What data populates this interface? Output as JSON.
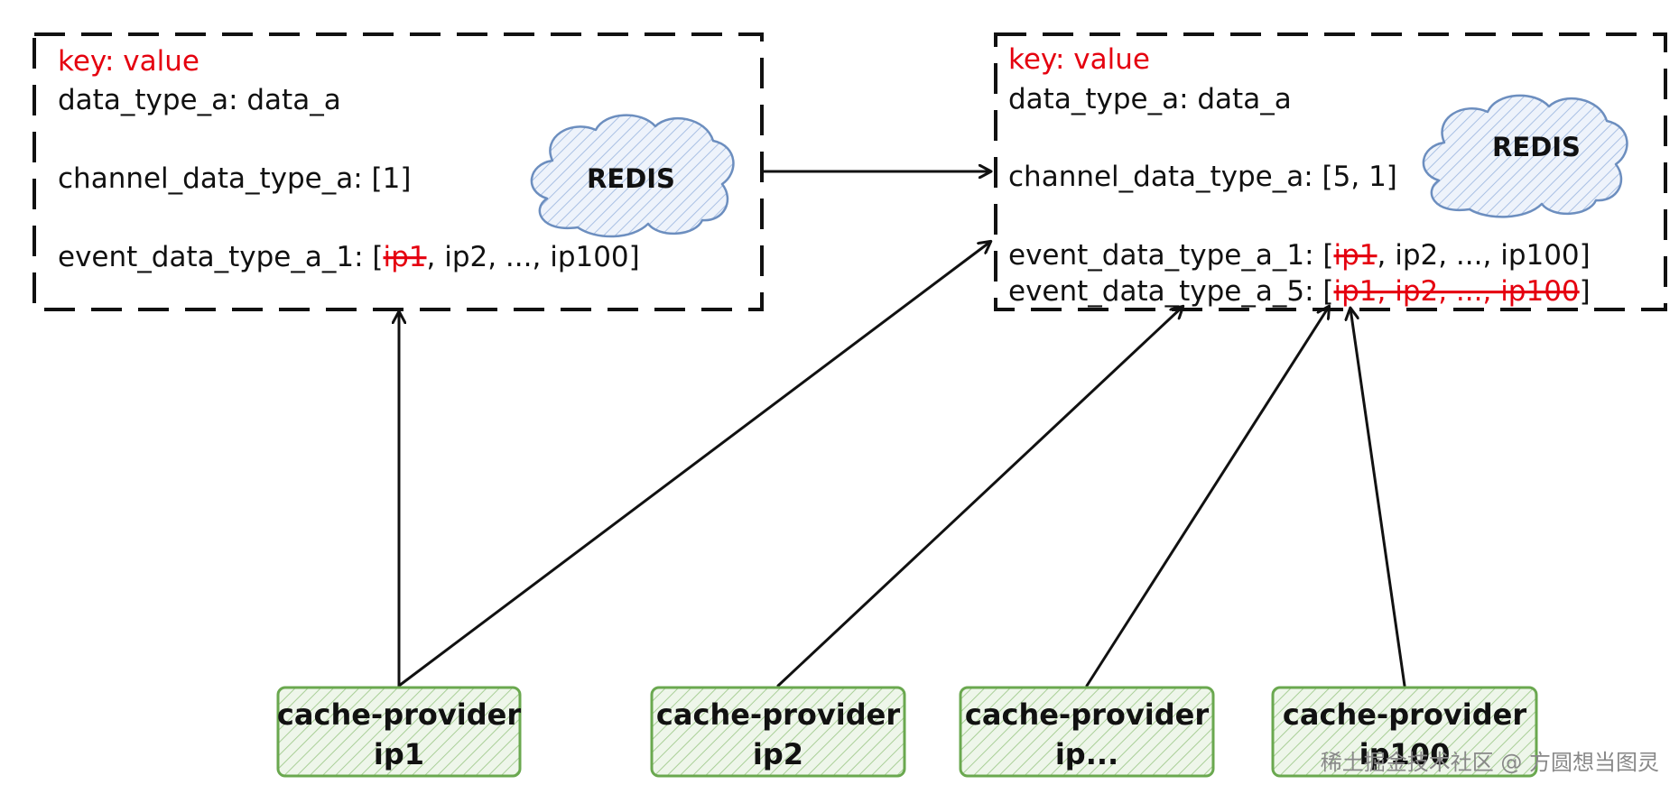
{
  "left_box": {
    "header": "key: value",
    "line1": "data_type_a: data_a",
    "line2": "channel_data_type_a: [1]",
    "line3_prefix": "event_data_type_a_1: [",
    "line3_struck": "ip1",
    "line3_suffix": ", ip2, ..., ip100]",
    "cloud_label": "REDIS"
  },
  "right_box": {
    "header": "key: value",
    "line1": "data_type_a: data_a",
    "line2": "channel_data_type_a: [5, 1]",
    "line3_prefix": "event_data_type_a_1: [",
    "line3_struck": "ip1",
    "line3_suffix": ", ip2, ..., ip100]",
    "line4_prefix": "event_data_type_a_5: [",
    "line4_struck": "ip1, ip2, ..., ip100",
    "line4_suffix": "]",
    "cloud_label": "REDIS"
  },
  "providers": [
    {
      "title": "cache-provider",
      "ip": "ip1"
    },
    {
      "title": "cache-provider",
      "ip": "ip2"
    },
    {
      "title": "cache-provider",
      "ip": "ip..."
    },
    {
      "title": "cache-provider",
      "ip": "ip100"
    }
  ],
  "watermark": "稀土掘金技术社区 @ 方圆想当图灵",
  "colors": {
    "red": "#e5000f",
    "provider_stroke": "#6aa84f",
    "provider_fill": "#d9ead3",
    "cloud_stroke": "#6c8ebf",
    "cloud_fill": "#dae8fc"
  }
}
